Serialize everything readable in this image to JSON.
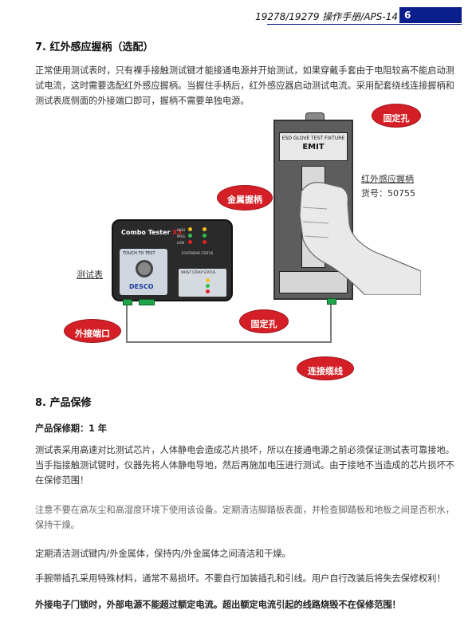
{
  "header": {
    "title": "19278/19279 操作手册/APS-14",
    "page_number": "6"
  },
  "section7": {
    "heading": "7.  红外感应握柄（选配）",
    "paragraph": "正常使用测试表时，只有裸手接触测试键才能接通电源并开始测试，如果穿戴手套由于电阻较高不能启动测试电流，这时需要选配红外感应握柄。当握住手柄后，红外感应器启动测试电流。采用配套绕线连接握柄和测试表底侧面的外接端口即可，握柄不需要单独电源。"
  },
  "diagram": {
    "callouts": {
      "fixing_hole_top": "固定孔",
      "metal_grip": "金属握柄",
      "fixing_hole_bottom": "固定孔",
      "external_port": "外接端口",
      "connection_cable": "连接缆线"
    },
    "labels": {
      "tester": "测试表",
      "ir_grip": "红外感应握柄",
      "item_no": "货号：50755"
    },
    "tester_device": {
      "brand": "Combo Tester",
      "model_mark": "X3",
      "touch_label": "TOUCH TO TEST",
      "logo": "DESCO",
      "footwear_status": "FOOTWEAR STATUS",
      "wrist_status": "WRIST STRAP STATUS",
      "high": "HIGH",
      "pass": "PASS",
      "low": "LOW"
    },
    "fixture_device": {
      "title": "ESD GLOVE TEST FIXTURE",
      "logo": "EMIT"
    }
  },
  "section8": {
    "heading": "8.  产品保修",
    "warranty_period": "产品保修期：1 年",
    "p1": "测试表采用高速对比测试芯片，人体静电会造成芯片损坏，所以在接通电源之前必须保证测试表可靠接地。当手指接触测试键时，仪器先将人体静电导地，然后再施加电压进行测试。由于接地不当造成的芯片损坏不在保修范围！",
    "p2": "注意不要在高灰尘和高湿度环境下使用该设备。定期清洁脚踏板表面，并检查脚踏板和地板之间是否积水，保持干燥。",
    "p3": "定期清洁测试键内/外金属体，保持内/外金属体之间清洁和干燥。",
    "p4": "手腕带插孔采用特殊材料，通常不易损坏。不要自行加装插孔和引线。用户自行改装后将失去保修权利！",
    "p5": "外接电子门锁时，外部电源不能超过额定电流。超出额定电流引起的线路烧毁不在保修范围！"
  },
  "colors": {
    "accent_blue": "#0a1e8c",
    "callout_red": "#d41f26",
    "terminal_green": "#1fa64a"
  }
}
